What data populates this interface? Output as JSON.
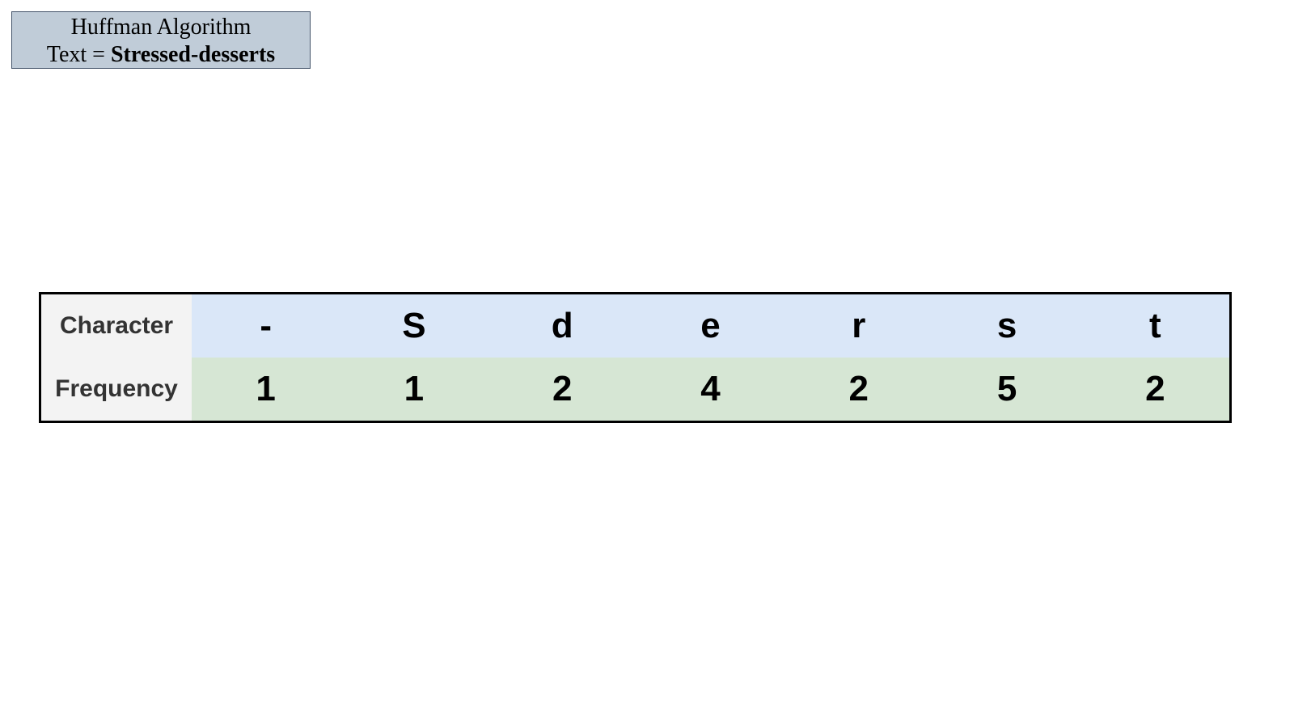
{
  "title_box": {
    "line1": "Huffman Algorithm",
    "line2_prefix": "Text = ",
    "line2_text": "Stressed-desserts"
  },
  "table": {
    "row_labels": {
      "character": "Character",
      "frequency": "Frequency"
    },
    "characters": [
      "-",
      "S",
      "d",
      "e",
      "r",
      "s",
      "t"
    ],
    "frequencies": [
      "1",
      "1",
      "2",
      "4",
      "2",
      "5",
      "2"
    ]
  },
  "colors": {
    "title_box_bg": "#c0ccd8",
    "title_box_border": "#44546a",
    "header_cell_bg": "#f3f3f3",
    "character_row_bg": "#dae7f8",
    "frequency_row_bg": "#d6e6d4",
    "table_border": "#000000"
  }
}
